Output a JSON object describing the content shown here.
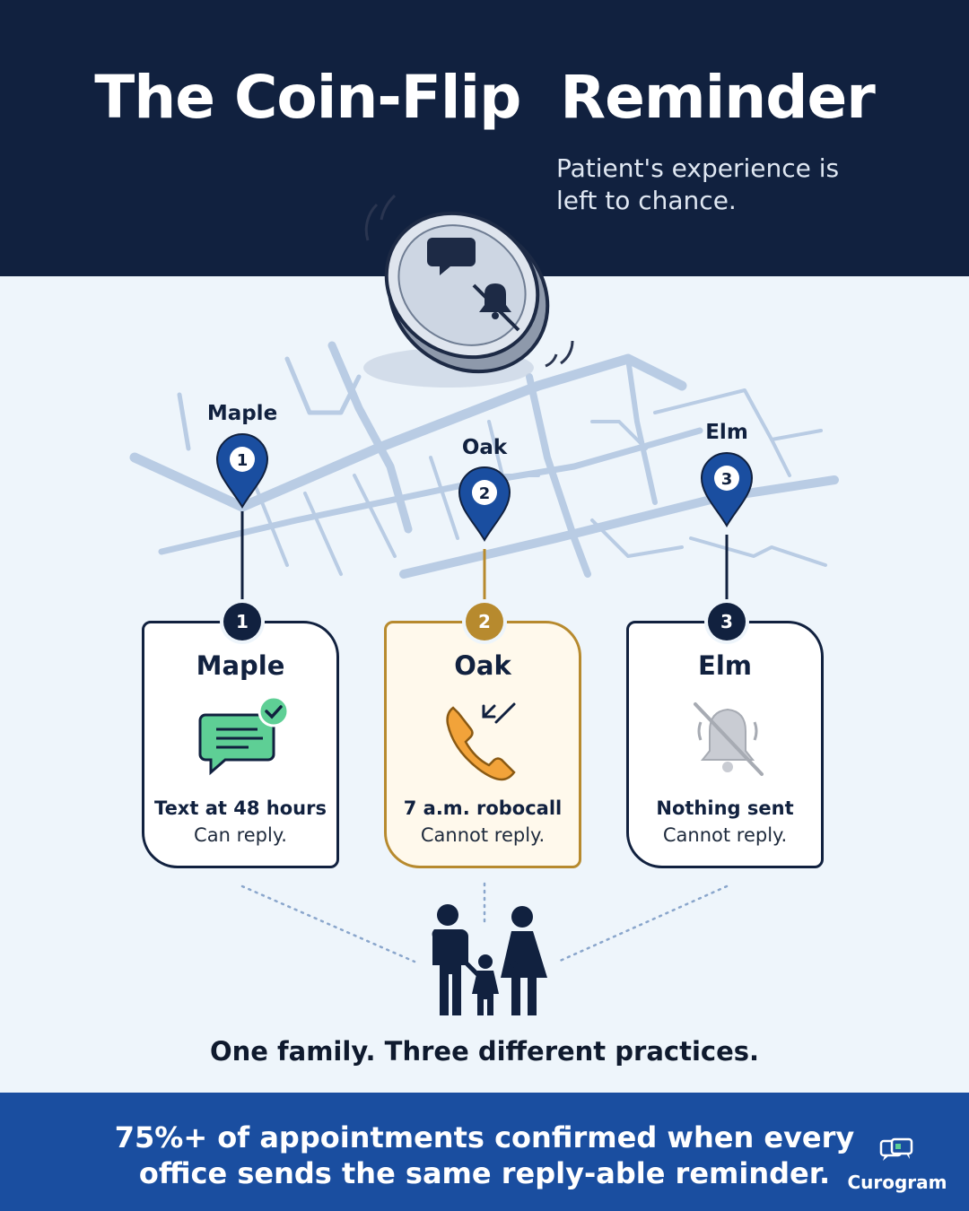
{
  "header": {
    "title": "The Coin-Flip  Reminder",
    "subtitle": "Patient's experience is left to chance."
  },
  "coin": {
    "front_icons": [
      "chat-bubble-icon",
      "bell-off-icon"
    ]
  },
  "pins": [
    {
      "label": "Maple",
      "number": "1"
    },
    {
      "label": "Oak",
      "number": "2"
    },
    {
      "label": "Elm",
      "number": "3"
    }
  ],
  "cards": [
    {
      "number": "1",
      "title": "Maple",
      "icon": "text-message-check-icon",
      "main": "Text at 48 hours",
      "sub": "Can reply."
    },
    {
      "number": "2",
      "title": "Oak",
      "icon": "phone-missed-icon",
      "main": "7 a.m. robocall",
      "sub": "Cannot reply."
    },
    {
      "number": "3",
      "title": "Elm",
      "icon": "bell-off-icon",
      "main": "Nothing sent",
      "sub": "Cannot reply."
    }
  ],
  "family": {
    "icon": "family-icon",
    "caption": "One family. Three different practices."
  },
  "footer": {
    "line1": "75%+ of appointments confirmed when every",
    "line2": "office sends the same reply-able reminder.",
    "brand": "Curogram",
    "brand_icon": "chat-bubbles-logo-icon"
  },
  "colors": {
    "navy": "#11213f",
    "blue_footer": "#1a4ea0",
    "gold": "#b78a2e",
    "green": "#5ecf95",
    "orange": "#f2a33a",
    "background": "#eef5fb"
  }
}
